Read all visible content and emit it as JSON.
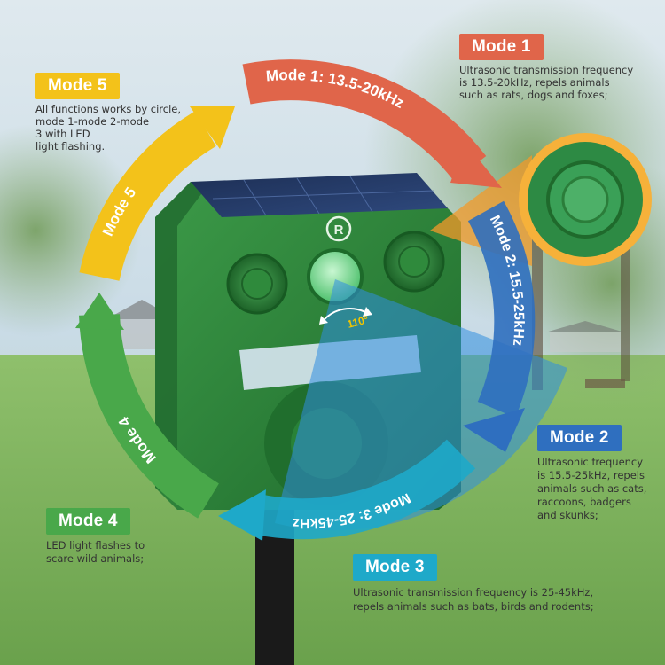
{
  "colors": {
    "mode1": "#e0654a",
    "mode2": "#2f6fbf",
    "mode3": "#1ea9c9",
    "mode4": "#49a84a",
    "mode5": "#f3c21a",
    "device": "#2e7d3b"
  },
  "device": {
    "logo_letter": "R",
    "angle_label": "110°",
    "icons": [
      "solar-panel-icon",
      "speaker-icon",
      "pir-sensor-icon",
      "led-light-icon"
    ]
  },
  "modes": {
    "mode1": {
      "badge": "Mode 1",
      "arrow_label": "Mode 1: 13.5-20kHz",
      "description": [
        "Ultrasonic transmission frequency",
        "is 13.5-20kHz, repels animals",
        "such as rats, dogs and foxes;"
      ]
    },
    "mode2": {
      "badge": "Mode 2",
      "arrow_label": "Mode 2: 15.5-25kHz",
      "description": [
        "Ultrasonic  frequency",
        "is 15.5-25kHz, repels",
        "animals such as cats,",
        "raccoons, badgers",
        "and skunks;"
      ]
    },
    "mode3": {
      "badge": "Mode 3",
      "arrow_label": "Mode 3: 25-45kHz",
      "description": [
        "Ultrasonic transmission frequency is 25-45kHz,",
        "repels animals such as bats, birds and rodents;"
      ]
    },
    "mode4": {
      "badge": "Mode 4",
      "arrow_label": "Mode 4",
      "description": [
        "LED light flashes to",
        "scare wild animals;"
      ]
    },
    "mode5": {
      "badge": "Mode 5",
      "arrow_label": "Mode 5",
      "description": [
        "All functions works by circle,",
        "mode 1-mode 2-mode",
        "3 with LED",
        "light flashing."
      ]
    }
  }
}
